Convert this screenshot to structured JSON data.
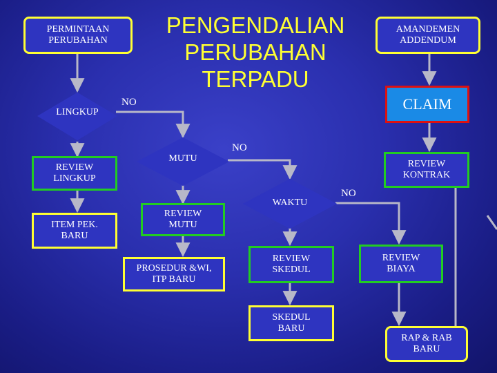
{
  "title": "PENGENDALIAN\nPERUBAHAN\nTERPADU",
  "nodes": {
    "permintaan": "PERMINTAAN\nPERUBAHAN",
    "amandemen": "AMANDEMEN\nADDENDUM",
    "claim": "CLAIM",
    "lingkup": "LINGKUP",
    "review_lingkup": "REVIEW\nLINGKUP",
    "item_pek_baru": "ITEM PEK.\nBARU",
    "mutu": "MUTU",
    "review_mutu": "REVIEW\nMUTU",
    "prosedur": "PROSEDUR &WI,\nITP  BARU",
    "waktu": "WAKTU",
    "review_skedul": "REVIEW\nSKEDUL",
    "skedul_baru": "SKEDUL\nBARU",
    "review_kontrak": "REVIEW\nKONTRAK",
    "review_biaya": "REVIEW\nBIAYA",
    "rap_rab_baru": "RAP & RAB\nBARU"
  },
  "edge_labels": {
    "no_1": "NO",
    "no_2": "NO",
    "no_3": "NO"
  },
  "colors": {
    "background": "#2a2fae",
    "title": "#ffff33",
    "border_yellow": "#ffff33",
    "border_green": "#22cc22",
    "border_red": "#dd1111",
    "connector": "#b8b8c8"
  }
}
